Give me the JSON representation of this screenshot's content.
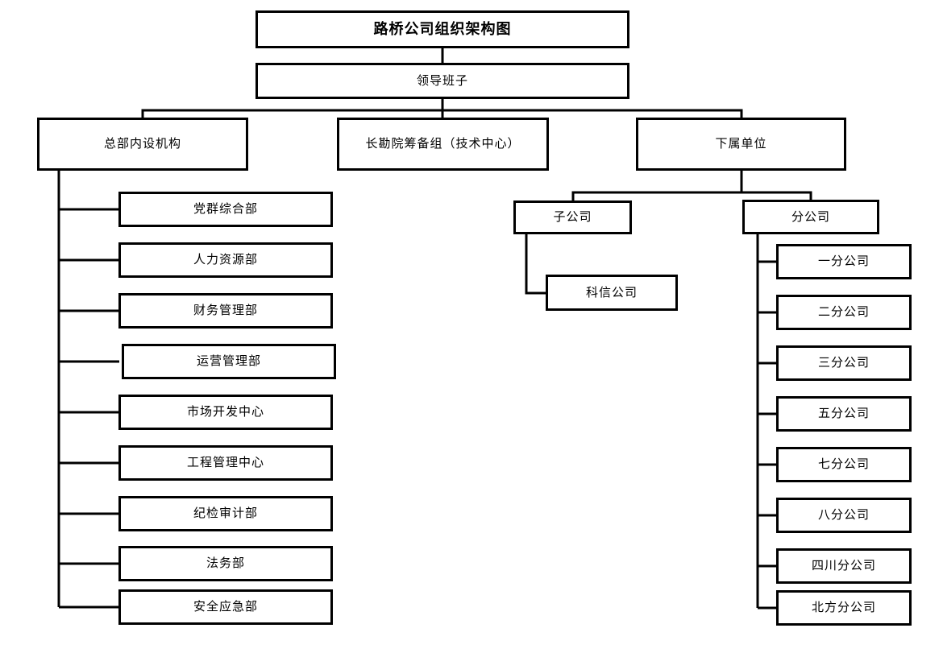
{
  "chart": {
    "title": "路桥公司组织架构图",
    "leadership": "领导班子",
    "branches": {
      "hq": "总部内设机构",
      "tech": "长勘院筹备组（技术中心）",
      "subordinate": "下属单位"
    },
    "hq_departments": [
      "党群综合部",
      "人力资源部",
      "财务管理部",
      "运营管理部",
      "市场开发中心",
      "工程管理中心",
      "纪检审计部",
      "法务部",
      "安全应急部"
    ],
    "subordinate_types": {
      "subsidiary": "子公司",
      "branch": "分公司"
    },
    "subsidiary_companies": [
      "科信公司"
    ],
    "branch_companies": [
      "一分公司",
      "二分公司",
      "三分公司",
      "五分公司",
      "七分公司",
      "八分公司",
      "四川分公司",
      "北方分公司"
    ],
    "colors": {
      "line": "#000000",
      "box_border": "#000000",
      "background": "#ffffff",
      "text": "#000000"
    }
  }
}
